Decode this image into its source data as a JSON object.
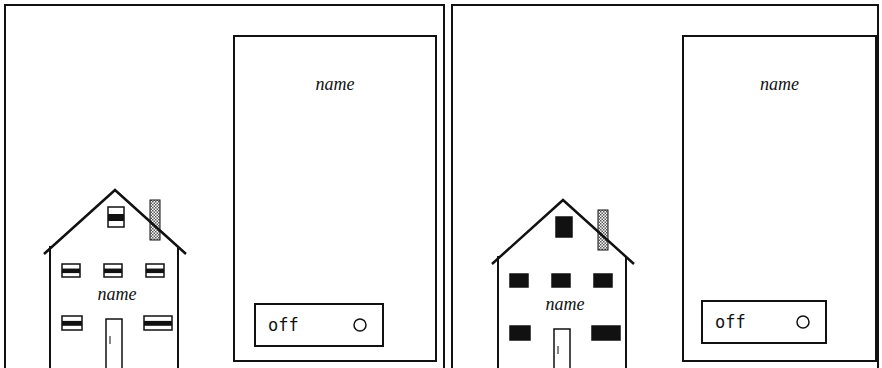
{
  "diagram": {
    "nodes": [
      {
        "text": [
          "name"
        ]
      },
      {
        "text": [
          "name"
        ]
      },
      {
        "text": [
          "off"
        ],
        "in": 1
      },
      {
        "text": [
          "name"
        ]
      },
      {
        "text": [
          "name"
        ]
      },
      {
        "text": [
          "off"
        ],
        "in": 4
      }
    ]
  }
}
